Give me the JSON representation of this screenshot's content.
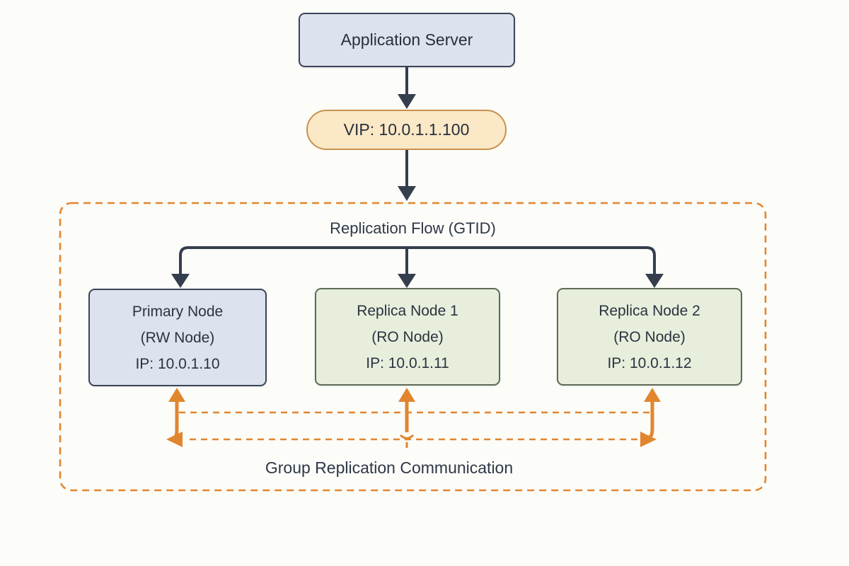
{
  "diagram": {
    "app_server": {
      "label": "Application Server"
    },
    "vip": {
      "label": "VIP: 10.0.1.1.100"
    },
    "replication_group": {
      "title": "Replication Flow (GTID)",
      "footer": "Group Replication Communication",
      "nodes": [
        {
          "title": "Primary Node",
          "subtitle": "(RW Node)",
          "ip": "IP: 10.0.1.10",
          "role": "primary"
        },
        {
          "title": "Replica Node 1",
          "subtitle": "(RO Node)",
          "ip": "IP: 10.0.1.11",
          "role": "replica"
        },
        {
          "title": "Replica Node 2",
          "subtitle": "(RO Node)",
          "ip": "IP: 10.0.1.12",
          "role": "replica"
        }
      ]
    },
    "colors": {
      "background": "#fcfcf9",
      "dark_stroke": "#353e4d",
      "blue_node_fill": "#dde3ee",
      "blue_node_border": "#3a4558",
      "green_node_fill": "#e7eedc",
      "green_node_border": "#5d6b52",
      "vip_fill": "#fbe8c6",
      "vip_border": "#c9914d",
      "orange_accent": "#e1862f",
      "text": "#2a3340"
    }
  }
}
